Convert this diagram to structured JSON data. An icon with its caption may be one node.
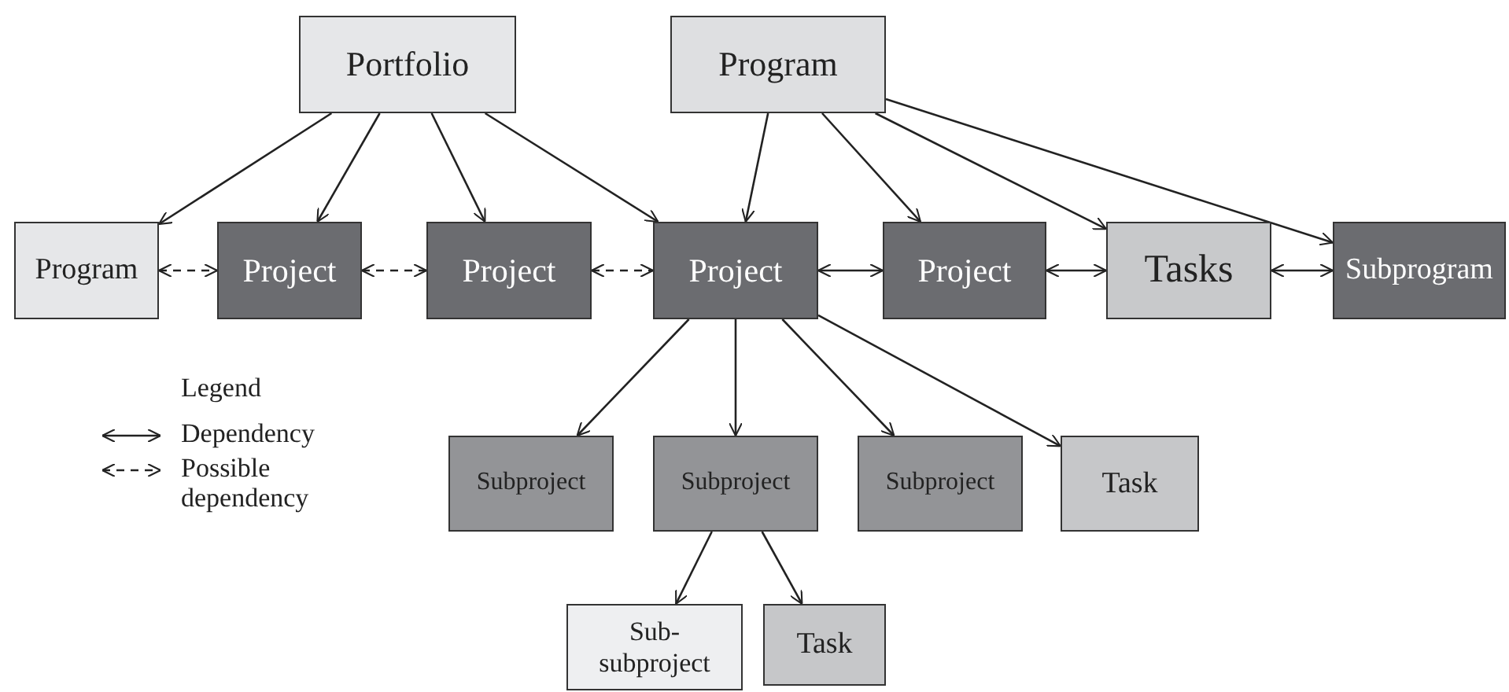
{
  "diagram": {
    "nodes": [
      {
        "text": [
          "Portfolio"
        ]
      },
      {
        "text": [
          "Program"
        ]
      },
      {
        "text": [
          "Program"
        ]
      },
      {
        "text": [
          "Project"
        ]
      },
      {
        "text": [
          "Project"
        ]
      },
      {
        "text": [
          "Project"
        ]
      },
      {
        "text": [
          "Project"
        ]
      },
      {
        "text": [
          "Tasks"
        ]
      },
      {
        "text": [
          "Subprogram"
        ]
      },
      {
        "text": [
          "Subproject"
        ]
      },
      {
        "text": [
          "Subproject"
        ]
      },
      {
        "text": [
          "Subproject"
        ]
      },
      {
        "text": [
          "Task"
        ]
      },
      {
        "text": [
          "Sub- subproject"
        ]
      },
      {
        "text": [
          "Task"
        ]
      }
    ],
    "edges": [
      {
        "from": 0,
        "to": 2,
        "arrow": "to"
      },
      {
        "from": 0,
        "to": 3,
        "arrow": "to"
      },
      {
        "from": 0,
        "to": 4,
        "arrow": "to"
      },
      {
        "from": 0,
        "to": 5,
        "arrow": "to"
      },
      {
        "from": 1,
        "to": 5,
        "arrow": "to"
      },
      {
        "from": 1,
        "to": 6,
        "arrow": "to"
      },
      {
        "from": 1,
        "to": 7,
        "arrow": "to"
      },
      {
        "from": 1,
        "to": 8,
        "arrow": "to"
      },
      {
        "from": 2,
        "to": 3,
        "arrow": "both",
        "style": "dashed"
      },
      {
        "from": 3,
        "to": 4,
        "arrow": "both",
        "style": "dashed"
      },
      {
        "from": 4,
        "to": 5,
        "arrow": "both",
        "style": "dashed"
      },
      {
        "from": 5,
        "to": 6,
        "arrow": "both"
      },
      {
        "from": 6,
        "to": 7,
        "arrow": "both"
      },
      {
        "from": 7,
        "to": 8,
        "arrow": "both"
      },
      {
        "from": 5,
        "to": 9,
        "arrow": "to"
      },
      {
        "from": 5,
        "to": 10,
        "arrow": "to"
      },
      {
        "from": 5,
        "to": 11,
        "arrow": "to"
      },
      {
        "from": 5,
        "to": 12,
        "arrow": "to"
      },
      {
        "from": 10,
        "to": 13,
        "arrow": "to"
      },
      {
        "from": 10,
        "to": 14,
        "arrow": "to"
      }
    ],
    "labels": [
      "Legend"
    ],
    "legend": [
      {
        "text": "Dependency"
      },
      {
        "text": "Possible dependency"
      }
    ]
  }
}
